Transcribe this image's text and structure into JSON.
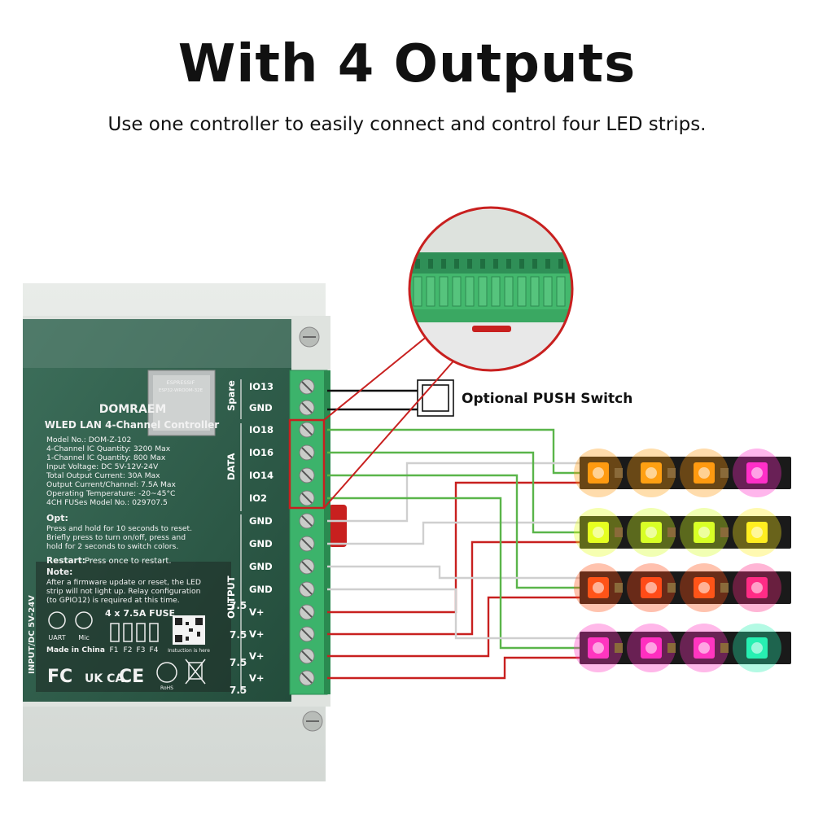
{
  "header": {
    "title": "With 4 Outputs",
    "subtitle": "Use one controller to easily connect and control four LED strips."
  },
  "controller": {
    "brand": "DOMRAEM",
    "product": "WLED LAN 4-Channel Controller",
    "module_vendor": "ESPRESSIF",
    "module_name": "ESP32-WROOM-32E",
    "specs": [
      "Model No.: DOM-Z-102",
      "4-Channel IC Quantity: 3200 Max",
      "1-Channel IC Quantity: 800 Max",
      "Input Voltage: DC 5V-12V-24V",
      "Total Output Current: 30A Max",
      "Output Current/Channel: 7.5A Max",
      "Operating Temperature: -20~45°C",
      "4CH FUSes Model No.: 029707.5"
    ],
    "opt_heading": "Opt:",
    "opt_text": [
      "Press and hold for 10 seconds to reset.",
      "Briefly press to turn on/off, press and",
      "hold for 2 seconds to switch colors."
    ],
    "restart_heading": "Restart:",
    "restart_text": "Press once to restart.",
    "note_heading": "Note:",
    "note_text": [
      "After a firmware update or reset, the LED",
      "strip will not light up. Relay configuration",
      "(to GPIO12) is required at this time."
    ],
    "fuse_label": "4 x 7.5A FUSE",
    "fuse_names": [
      "F1",
      "F2",
      "F3",
      "F4"
    ],
    "uart_label": "UART",
    "mic_label": "Mic",
    "made_in": "Made in China",
    "instruction": "Instuction is here",
    "input_label": "INPUT/DC 5V-24V",
    "fuse_value": "7.5",
    "certs": [
      "FC",
      "UK CA",
      "CE",
      "RoHS"
    ]
  },
  "terminals": {
    "spare_label": "Spare",
    "data_label": "DATA",
    "output_label": "OUTPUT",
    "rows": [
      "IO13",
      "GND",
      "IO18",
      "IO16",
      "IO14",
      "IO2",
      "GND",
      "GND",
      "GND",
      "GND",
      "V+",
      "V+",
      "V+",
      "V+"
    ]
  },
  "switch": {
    "label": "Optional PUSH Switch"
  },
  "colors": {
    "wire_green": "#5ab54a",
    "wire_white": "#cfcfcf",
    "wire_red": "#c8201f",
    "wire_black": "#111111",
    "callout_red": "#c8201f",
    "pcb_green": "#2f6a52",
    "terminal_green": "#3cb36b"
  },
  "strips": [
    {
      "name": "strip-1",
      "colors": [
        "#ff9a10",
        "#ffa012",
        "#ff9a10",
        "#ff2fc8"
      ]
    },
    {
      "name": "strip-2",
      "colors": [
        "#e6ff20",
        "#d8ff26",
        "#d8ff26",
        "#ffee20"
      ]
    },
    {
      "name": "strip-3",
      "colors": [
        "#ff5418",
        "#ff4b18",
        "#ff5418",
        "#ff2c86"
      ]
    },
    {
      "name": "strip-4",
      "colors": [
        "#ff36c0",
        "#ff2fc0",
        "#ff36c0",
        "#27f0b2"
      ]
    }
  ]
}
